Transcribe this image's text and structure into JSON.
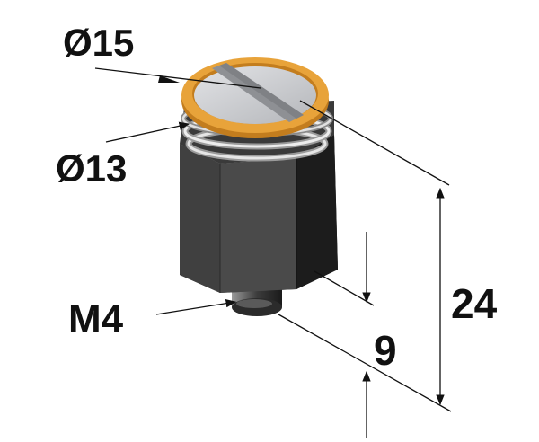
{
  "labels": {
    "outer_diameter": "Ø15",
    "inner_diameter": "Ø13",
    "thread": "M4",
    "height_total": "24",
    "height_bottom": "9"
  },
  "colors": {
    "ring": "#e8a33a",
    "cap": "#c9cbcf",
    "slot": "#8e9094",
    "spring": "#d8d8d8",
    "body_dark": "#2a2a2a",
    "body_mid": "#3d3d3d",
    "body_light": "#555555",
    "line": "#111111"
  }
}
